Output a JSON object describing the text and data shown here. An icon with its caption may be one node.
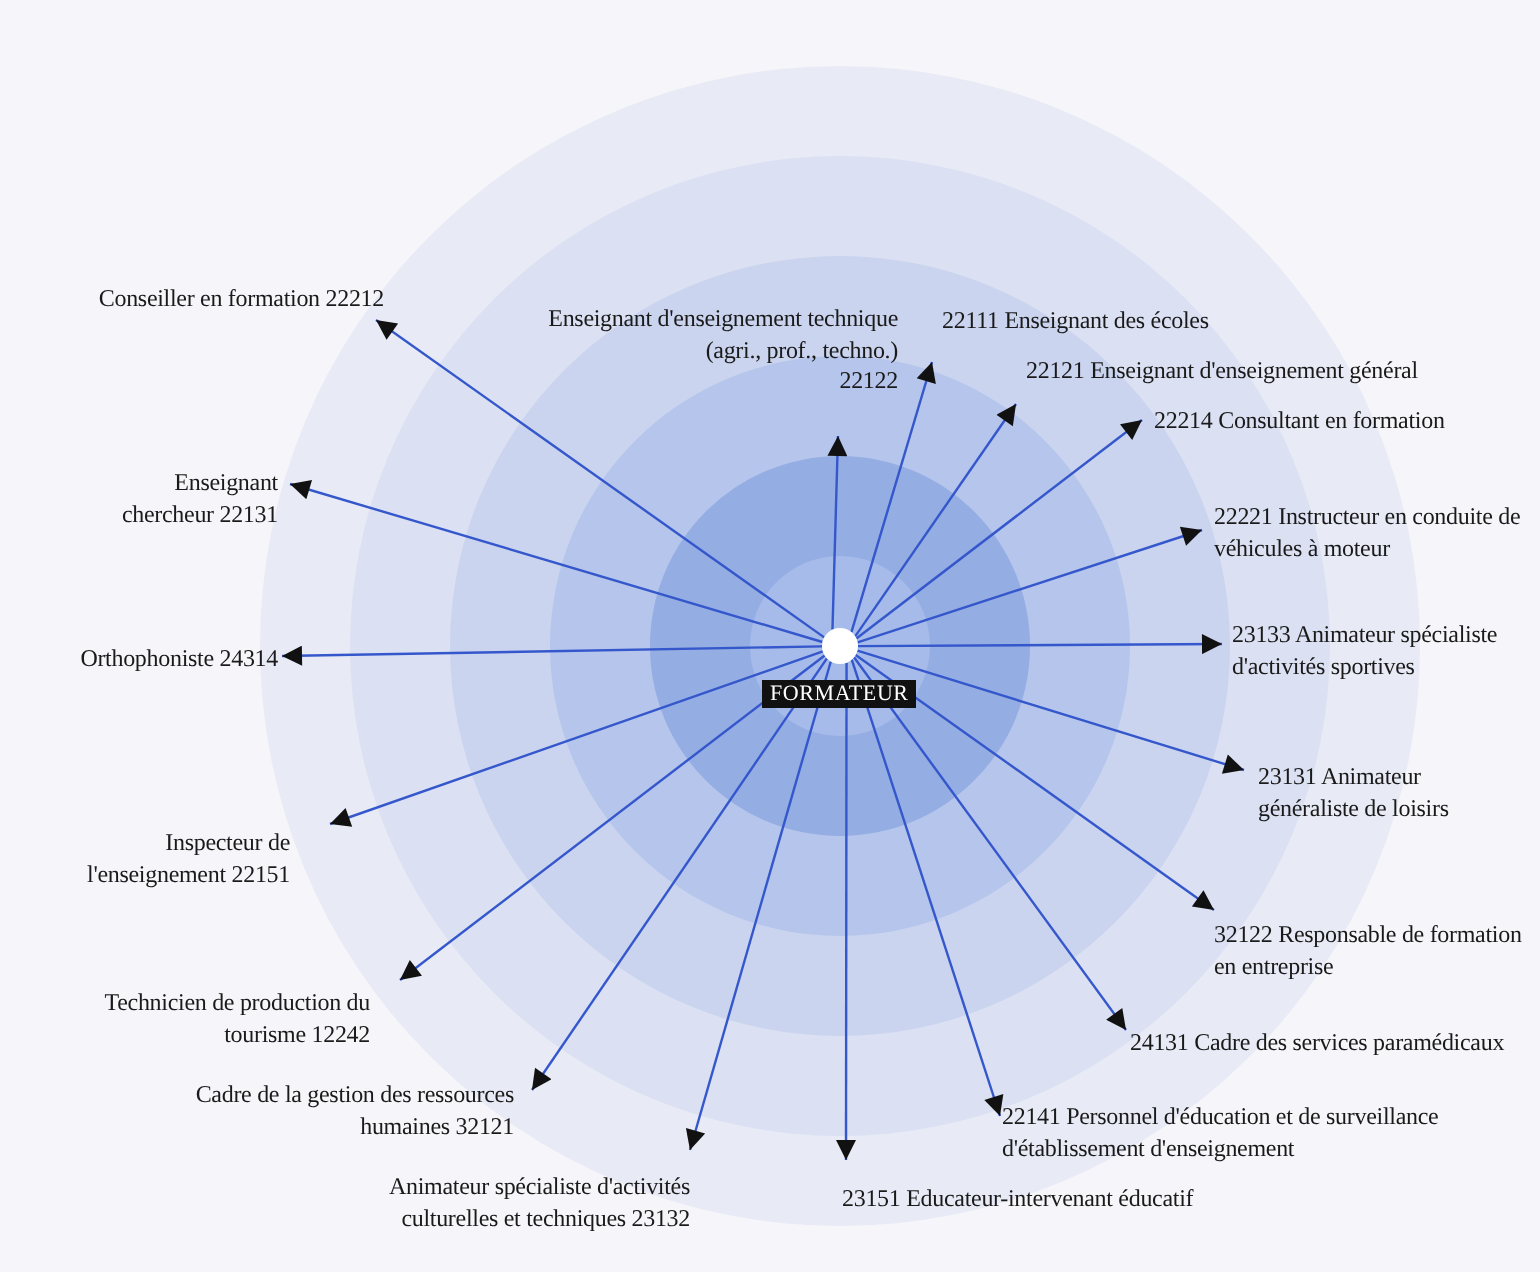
{
  "diagram": {
    "nodes": [
      {
        "text": [],
        "shape": "circle",
        "beside": [
          "FORMATEUR"
        ]
      },
      {
        "text": [
          "Conseiller en formation 22212"
        ]
      },
      {
        "text": [
          "Enseignant d'enseignement technique (agri., prof., techno.)",
          "22122"
        ]
      },
      {
        "text": [
          "22111 Enseignant des écoles"
        ]
      },
      {
        "text": [
          "22121 Enseignant d'enseignement général"
        ]
      },
      {
        "text": [
          "22214 Consultant en formation"
        ]
      },
      {
        "text": [
          "22221 Instructeur en conduite de véhicules à moteur"
        ]
      },
      {
        "text": [
          "23133 Animateur spécialiste d'activités sportives"
        ]
      },
      {
        "text": [
          "23131 Animateur généraliste de loisirs"
        ]
      },
      {
        "text": [
          "32122 Responsable de formation en entreprise"
        ]
      },
      {
        "text": [
          "24131 Cadre des services paramédicaux"
        ]
      },
      {
        "text": [
          "22141 Personnel d'éducation et de surveillance d'établissement d'enseignement"
        ]
      },
      {
        "text": [
          "23151 Educateur-intervenant éducatif"
        ]
      },
      {
        "text": [
          "Animateur spécialiste d'activités culturelles et techniques 23132"
        ]
      },
      {
        "text": [
          "Cadre de la gestion des ressources humaines 32121"
        ]
      },
      {
        "text": [
          "Technicien de production du tourisme 12242"
        ]
      },
      {
        "text": [
          "Inspecteur de l'enseignement 22151"
        ]
      },
      {
        "text": [
          "Orthophoniste 24314"
        ]
      },
      {
        "text": [
          "Enseignant chercheur 22131"
        ]
      }
    ],
    "edges": [
      {
        "from": 0,
        "to": 1,
        "arrow": "to"
      },
      {
        "from": 0,
        "to": 2,
        "arrow": "to"
      },
      {
        "from": 0,
        "to": 3,
        "arrow": "to"
      },
      {
        "from": 0,
        "to": 4,
        "arrow": "to"
      },
      {
        "from": 0,
        "to": 5,
        "arrow": "to"
      },
      {
        "from": 0,
        "to": 6,
        "arrow": "to"
      },
      {
        "from": 0,
        "to": 7,
        "arrow": "to"
      },
      {
        "from": 0,
        "to": 8,
        "arrow": "to"
      },
      {
        "from": 0,
        "to": 9,
        "arrow": "to"
      },
      {
        "from": 0,
        "to": 10,
        "arrow": "to"
      },
      {
        "from": 0,
        "to": 11,
        "arrow": "to"
      },
      {
        "from": 0,
        "to": 12,
        "arrow": "to"
      },
      {
        "from": 0,
        "to": 13,
        "arrow": "to"
      },
      {
        "from": 0,
        "to": 14,
        "arrow": "to"
      },
      {
        "from": 0,
        "to": 15,
        "arrow": "to"
      },
      {
        "from": 0,
        "to": 16,
        "arrow": "to"
      },
      {
        "from": 0,
        "to": 17,
        "arrow": "to"
      },
      {
        "from": 0,
        "to": 18,
        "arrow": "to"
      }
    ]
  }
}
